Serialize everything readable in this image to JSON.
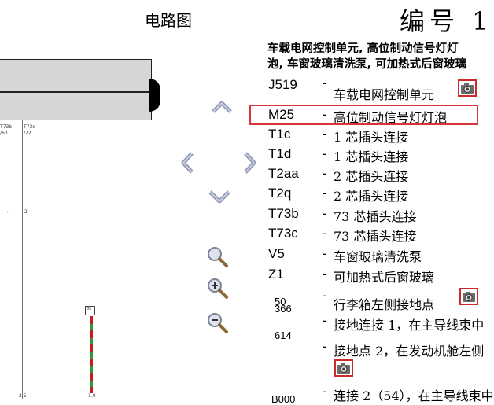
{
  "diagram": {
    "title": "电路图",
    "labels": {
      "t73b_top": "T73b",
      "t73b_pin": "/63",
      "t73c_top": "T73c",
      "t73c_pin": "/72",
      "pin_mid": "2",
      "bottom_a": "2.5",
      "bottom_b": "1.0",
      "fuse": "85"
    }
  },
  "document": {
    "number_label": "编号 1",
    "heading_line1": "车载电网控制单元, 高位制动信号灯灯",
    "heading_line2": "泡, 车窗玻璃清洗泵, 可加热式后窗玻璃"
  },
  "nav": {
    "up": "chevron-up-icon",
    "left": "chevron-left-icon",
    "right": "chevron-right-icon",
    "down": "chevron-down-icon",
    "zoom_fit": "zoom-fit-icon",
    "zoom_in": "zoom-in-icon",
    "zoom_out": "zoom-out-icon"
  },
  "legend": {
    "dash": "-",
    "items": [
      {
        "code": "J519",
        "desc": "车载电网控制单元",
        "photo": true
      },
      {
        "code": "M25",
        "desc": "高位制动信号灯灯泡",
        "photo": false,
        "highlighted": true
      },
      {
        "code": "T1c",
        "desc": "1 芯插头连接"
      },
      {
        "code": "T1d",
        "desc": "1 芯插头连接"
      },
      {
        "code": "T2aa",
        "desc": "2 芯插头连接"
      },
      {
        "code": "T2q",
        "desc": "2 芯插头连接"
      },
      {
        "code": "T73b",
        "desc": "73 芯插头连接"
      },
      {
        "code": "T73c",
        "desc": "73 芯插头连接"
      },
      {
        "code": "V5",
        "desc": "车窗玻璃清洗泵"
      },
      {
        "code": "Z1",
        "desc": "可加热式后窗玻璃"
      },
      {
        "code": "50",
        "desc": "行李箱左侧接地点",
        "photo": true
      },
      {
        "code": "366",
        "desc": "接地连接 1，在主导线束中"
      },
      {
        "code": "614",
        "desc": "接地点 2，在发动机舱左侧",
        "photo": true
      },
      {
        "code": "B000",
        "desc": "连接 2（54），在主导线束中"
      }
    ]
  },
  "colors": {
    "highlight": "#d8343c",
    "diagram_fill": "#d6d6d6",
    "wire_red": "#c61c1c",
    "wire_green": "#2e9b3a",
    "nav_icon": "#8d93b3"
  }
}
